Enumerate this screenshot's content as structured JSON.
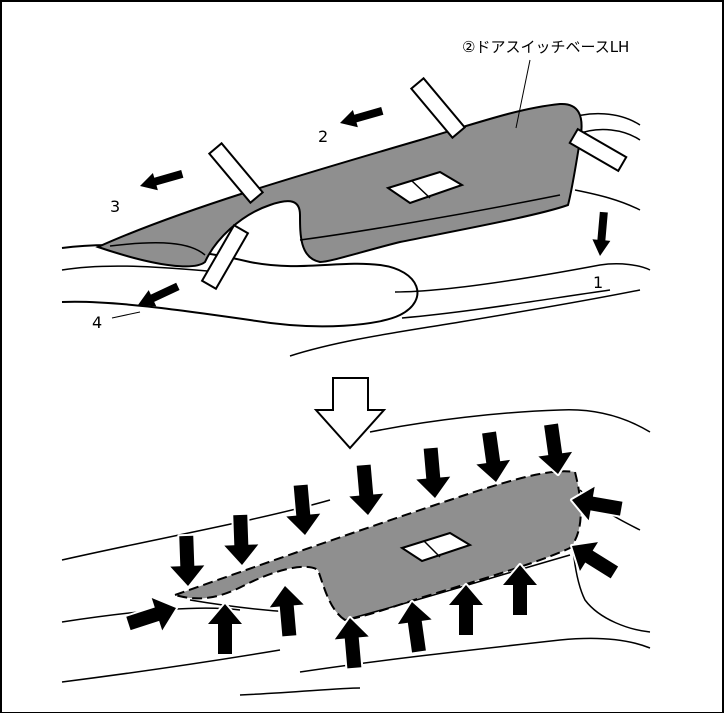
{
  "diagram": {
    "part_label": "②ドアスイッチベースLH",
    "step_labels": {
      "step1": "1",
      "step2": "2",
      "step3": "3",
      "step4": "4"
    },
    "colors": {
      "part_fill": "#8f8f8f",
      "line": "#000000",
      "background": "#ffffff"
    },
    "icons": {
      "removal_arrow": "arrow-icon",
      "transition_arrow": "hollow-down-arrow-icon",
      "install_arrow": "press-arrow-icon"
    }
  }
}
